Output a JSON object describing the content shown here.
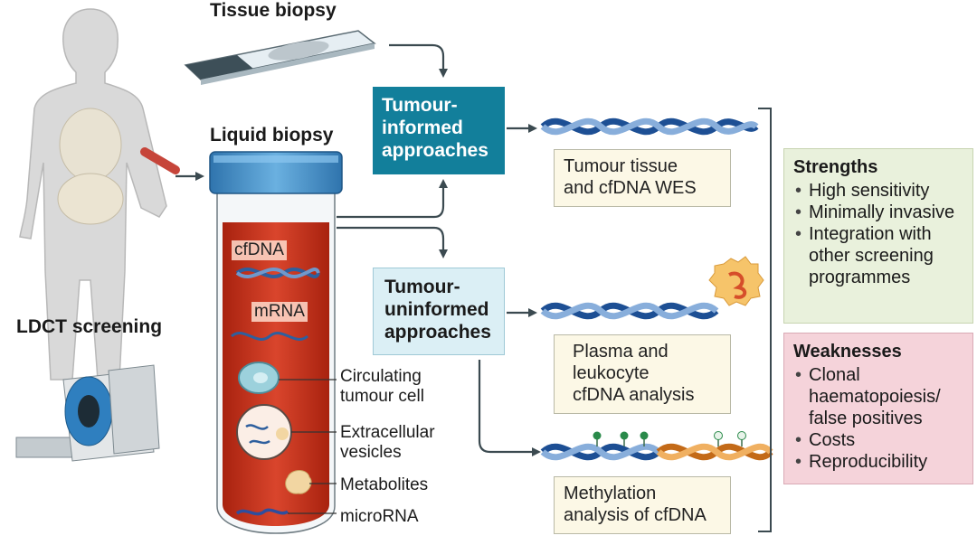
{
  "labels": {
    "tissue_biopsy": "Tissue biopsy",
    "liquid_biopsy": "Liquid biopsy",
    "ldct_screening": "LDCT screening"
  },
  "approaches": {
    "informed": [
      "Tumour-",
      "informed",
      "approaches"
    ],
    "uninformed": [
      "Tumour-",
      "uninformed",
      "approaches"
    ]
  },
  "analyses": {
    "wes": [
      "Tumour tissue",
      "and cfDNA WES"
    ],
    "plasma": [
      "Plasma and",
      "leukocyte",
      "cfDNA analysis"
    ],
    "methylation": [
      "Methylation",
      "analysis of cfDNA"
    ]
  },
  "tube": {
    "cfdna": "cfDNA",
    "mrna": "mRNA",
    "ctc": [
      "Circulating",
      "tumour cell"
    ],
    "ev": [
      "Extracellular",
      "vesicles"
    ],
    "metabolites": "Metabolites",
    "microrna": "microRNA"
  },
  "strengths": {
    "title": "Strengths",
    "items": [
      "High sensitivity",
      "Minimally invasive",
      "Integration with other screening programmes"
    ]
  },
  "weaknesses": {
    "title": "Weaknesses",
    "items": [
      "Clonal haematopoiesis/ false positives",
      "Costs",
      "Reproducibility"
    ]
  },
  "colors": {
    "teal": "#127f9b",
    "light_blue": "#dbeff5",
    "blood": "#c9321f",
    "cap": "#4c93c9",
    "strength_bg": "#e9f1dc",
    "weakness_bg": "#f5d3da"
  }
}
